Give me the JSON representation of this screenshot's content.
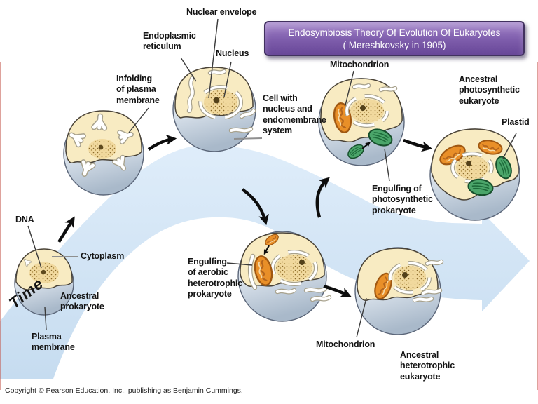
{
  "slide": {
    "title_line1": "Endosymbiosis Theory Of Evolution Of Eukaryotes",
    "title_line2": "( Mereshkovsky in 1905)",
    "copyright": "Copyright © Pearson Education, Inc., publishing as Benjamin Cummings.",
    "title_bg_color": "#7d5cab",
    "title_text_color": "#ffffff"
  },
  "labels": {
    "nuclear_envelope": "Nuclear envelope",
    "endoplasmic_reticulum": "Endoplasmic\nreticulum",
    "nucleus": "Nucleus",
    "infolding_of_plasma_membrane": "Infolding\nof plasma\nmembrane",
    "cell_with_nucleus": "Cell with\nnucleus and\nendomembrane\nsystem",
    "mitochondrion_top": "Mitochondrion",
    "ancestral_photosynthetic_eukaryote": "Ancestral\nphotosynthetic\neukaryote",
    "plastid": "Plastid",
    "engulfing_photosynthetic": "Engulfing of\nphotosynthetic\nprokaryote",
    "dna": "DNA",
    "cytoplasm": "Cytoplasm",
    "ancestral_prokaryote": "Ancestral\nprokaryote",
    "time_axis": "Time",
    "plasma_membrane": "Plasma\nmembrane",
    "engulfing_aerobic": "Engulfing\nof aerobic\nheterotrophic\nprokaryote",
    "mitochondrion_bottom": "Mitochondrion",
    "ancestral_heterotrophic_eukaryote": "Ancestral\nheterotrophic\neukaryote"
  },
  "colors": {
    "cytoplasm_fill": "#f8ebc2",
    "membrane_fill": "#c3d0de",
    "mitochondrion_fill": "#e98f28",
    "plastid_fill": "#4ba56a",
    "time_band_fill": "#cfe2f4"
  }
}
